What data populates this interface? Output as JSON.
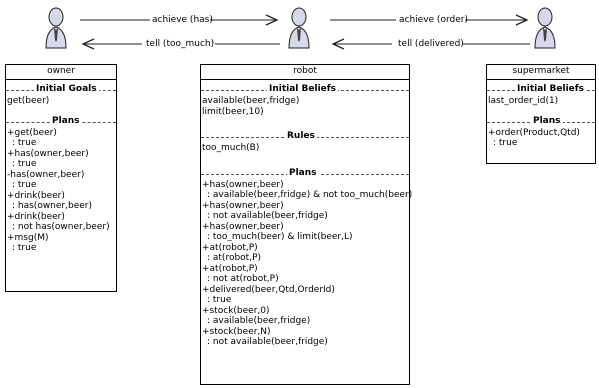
{
  "agents": [
    {
      "name": "owner",
      "sections": [
        {
          "title": "Initial Goals",
          "lines": [
            {
              "text": "get(beer)"
            }
          ]
        },
        {
          "title": "Plans",
          "lines": [
            {
              "text": "+get(beer)"
            },
            {
              "text": ": true",
              "indent": true
            },
            {
              "text": "+has(owner,beer)"
            },
            {
              "text": ": true",
              "indent": true
            },
            {
              "text": "-has(owner,beer)"
            },
            {
              "text": ": true",
              "indent": true
            },
            {
              "text": "+drink(beer)"
            },
            {
              "text": ": has(owner,beer)",
              "indent": true
            },
            {
              "text": "+drink(beer)"
            },
            {
              "text": ": not has(owner,beer)",
              "indent": true
            },
            {
              "text": "+msg(M)"
            },
            {
              "text": ": true",
              "indent": true
            }
          ]
        }
      ]
    },
    {
      "name": "robot",
      "sections": [
        {
          "title": "Initial Beliefs",
          "lines": [
            {
              "text": "available(beer,fridge)"
            },
            {
              "text": "limit(beer,10)"
            }
          ]
        },
        {
          "title": "Rules",
          "lines": [
            {
              "text": "too_much(B)"
            }
          ]
        },
        {
          "title": "Plans",
          "lines": [
            {
              "text": "+has(owner,beer)"
            },
            {
              "text": ": available(beer,fridge) & not too_much(beer)",
              "indent": true
            },
            {
              "text": "+has(owner,beer)"
            },
            {
              "text": ": not available(beer,fridge)",
              "indent": true
            },
            {
              "text": "+has(owner,beer)"
            },
            {
              "text": ": too_much(beer) & limit(beer,L)",
              "indent": true
            },
            {
              "text": "+at(robot,P)"
            },
            {
              "text": ": at(robot,P)",
              "indent": true
            },
            {
              "text": "+at(robot,P)"
            },
            {
              "text": ": not at(robot,P)",
              "indent": true
            },
            {
              "text": "+delivered(beer,Qtd,OrderId)"
            },
            {
              "text": ": true",
              "indent": true
            },
            {
              "text": "+stock(beer,0)"
            },
            {
              "text": ": available(beer,fridge)",
              "indent": true
            },
            {
              "text": "+stock(beer,N)"
            },
            {
              "text": ": not available(beer,fridge)",
              "indent": true
            }
          ]
        }
      ]
    },
    {
      "name": "supermarket",
      "sections": [
        {
          "title": "Initial Beliefs",
          "lines": [
            {
              "text": "last_order_id(1)"
            }
          ]
        },
        {
          "title": "Plans",
          "lines": [
            {
              "text": "+order(Product,Qtd)"
            },
            {
              "text": ": true",
              "indent": true
            }
          ]
        }
      ]
    }
  ],
  "messages": [
    {
      "label": "achieve (has)",
      "direction": "right"
    },
    {
      "label": "tell (too_much)",
      "direction": "left"
    },
    {
      "label": "achieve (order)",
      "direction": "right"
    },
    {
      "label": "tell (delivered)",
      "direction": "left"
    }
  ]
}
